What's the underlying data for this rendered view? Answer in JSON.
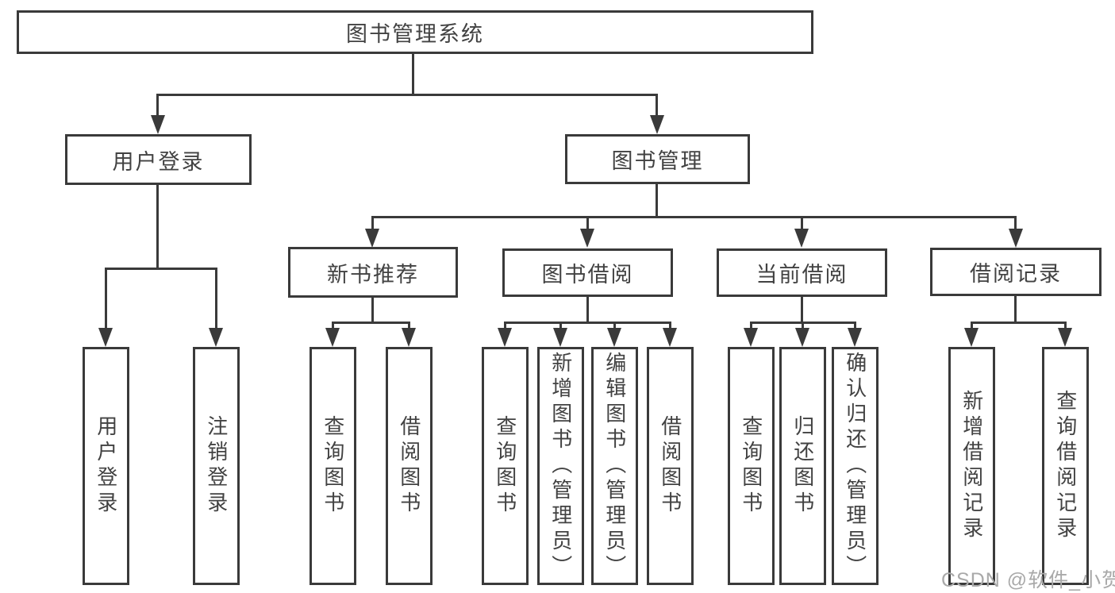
{
  "tree": {
    "root": "图书管理系统",
    "branches": [
      {
        "label": "用户登录",
        "children": [
          "用户登录",
          "注销登录"
        ]
      },
      {
        "label": "图书管理",
        "children": [
          {
            "label": "新书推荐",
            "children": [
              "查询图书",
              "借阅图书"
            ]
          },
          {
            "label": "图书借阅",
            "children": [
              "查询图书",
              "新增图书（管理员）",
              "编辑图书（管理员）",
              "借阅图书"
            ]
          },
          {
            "label": "当前借阅",
            "children": [
              "查询图书",
              "归还图书",
              "确认归还（管理员）"
            ]
          },
          {
            "label": "借阅记录",
            "children": [
              "新增借阅记录",
              "查询借阅记录"
            ]
          }
        ]
      }
    ]
  },
  "watermark": "CSDN @软件_小贺同学",
  "colors": {
    "line": "#3a3a3a",
    "text": "#424242",
    "background": "#ffffff",
    "watermark": "#a9a9a9"
  }
}
